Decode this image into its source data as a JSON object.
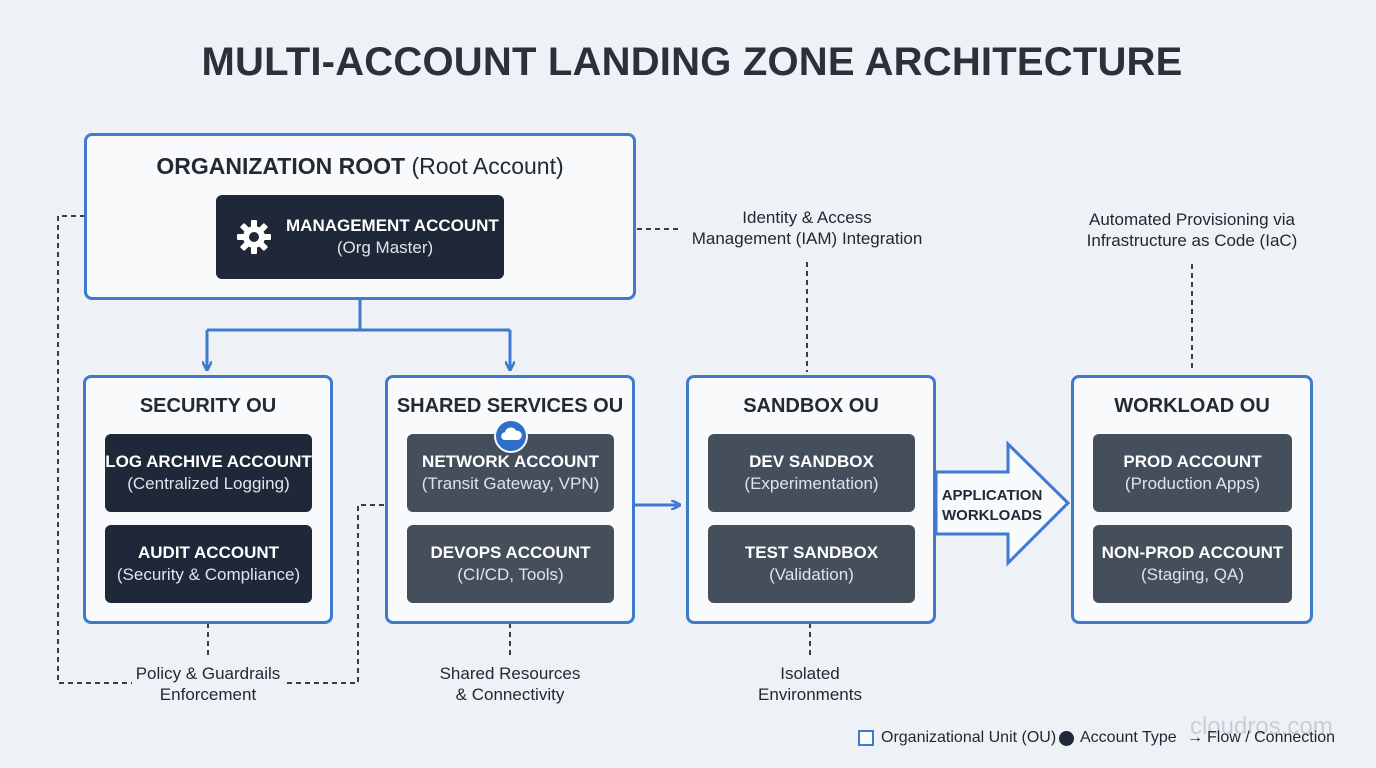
{
  "title": "MULTI-ACCOUNT LANDING ZONE ARCHITECTURE",
  "root": {
    "title_bold": "ORGANIZATION ROOT",
    "title_rest": "(Root Account)",
    "management": {
      "name": "MANAGEMENT ACCOUNT",
      "sub": "(Org Master)",
      "icon": "gear-icon"
    }
  },
  "ous": {
    "security": {
      "title": "SECURITY OU",
      "accounts": [
        {
          "name": "LOG ARCHIVE ACCOUNT",
          "sub": "(Centralized Logging)"
        },
        {
          "name": "AUDIT ACCOUNT",
          "sub": "(Security & Compliance)"
        }
      ]
    },
    "shared": {
      "title": "SHARED SERVICES OU",
      "icon": "cloud-icon",
      "accounts": [
        {
          "name": "NETWORK ACCOUNT",
          "sub": "(Transit Gateway, VPN)"
        },
        {
          "name": "DEVOPS ACCOUNT",
          "sub": "(CI/CD, Tools)"
        }
      ]
    },
    "sandbox": {
      "title": "SANDBOX OU",
      "accounts": [
        {
          "name": "DEV SANDBOX",
          "sub": "(Experimentation)"
        },
        {
          "name": "TEST SANDBOX",
          "sub": "(Validation)"
        }
      ]
    },
    "workload": {
      "title": "WORKLOAD OU",
      "accounts": [
        {
          "name": "PROD ACCOUNT",
          "sub": "(Production Apps)"
        },
        {
          "name": "NON-PROD ACCOUNT",
          "sub": "(Staging, QA)"
        }
      ]
    }
  },
  "arrow_label": {
    "line1": "APPLICATION",
    "line2": "WORKLOADS"
  },
  "notes": {
    "iam": {
      "line1": "Identity & Access",
      "line2": "Management (IAM) Integration"
    },
    "iac": {
      "line1": "Automated Provisioning via",
      "line2": "Infrastructure as Code (IaC)"
    },
    "policy": {
      "line1": "Policy & Guardrails",
      "line2": "Enforcement"
    },
    "shared": {
      "line1": "Shared Resources",
      "line2": "& Connectivity"
    },
    "isolated": {
      "line1": "Isolated",
      "line2": "Environments"
    }
  },
  "legend": {
    "ou": "Organizational Unit (OU)",
    "account": "Account Type",
    "flow": "Flow / Connection"
  },
  "watermark": "cloudros.com",
  "colors": {
    "accent": "#3e7bd0",
    "dark_account": "#1e2838",
    "slate_account": "#454e5b",
    "background": "#eef2f6"
  }
}
